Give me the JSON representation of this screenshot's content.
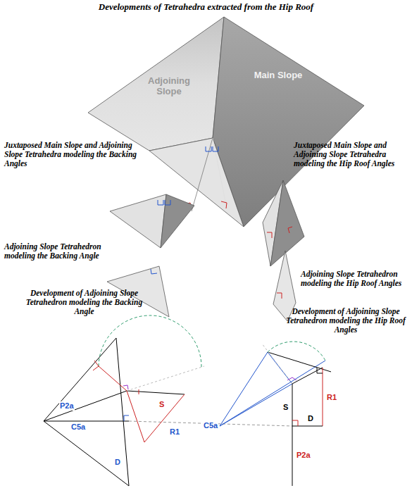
{
  "diagram": {
    "title": "Developments of Tetrahedra extracted from the Hip Roof",
    "labels": [
      "Adjoining Slope",
      "Main Slope",
      "Juxtaposed Main Slope and Adjoining Slope Tetrahedra modeling the Backing Angles",
      "Juxtaposed Main Slope and Adjoining Slope Tetrahedra modeling the Hip Roof Angles",
      "Adjoining Slope Tetrahedron modeling the Backing Angle",
      "Adjoining Slope Tetrahedron modeling the Hip Roof Angles",
      "Development of Adjoining Slope Tetrahedron modeling the Backing Angle",
      "Development of Adjoining Slope Tetrahedron modeling the Hip Roof Angles",
      "P2a",
      "C5a",
      "D",
      "S",
      "R1",
      "C5a",
      "S",
      "R1",
      "D",
      "P2a"
    ]
  }
}
